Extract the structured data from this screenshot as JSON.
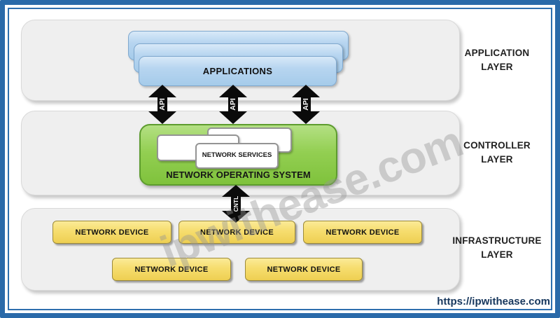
{
  "watermark": "ipwithease.com",
  "footer_url": "https://ipwithease.com",
  "layers": {
    "application": {
      "label": "APPLICATION LAYER"
    },
    "controller": {
      "label": "CONTROLLER LAYER"
    },
    "infrastructure": {
      "label": "INFRASTRUCTURE LAYER"
    }
  },
  "application_layer": {
    "applications_label": "APPLICATIONS"
  },
  "controller_layer": {
    "nos_label": "NETWORK OPERATING SYSTEM",
    "network_services_label": "NETWORK SERVICES"
  },
  "arrows": {
    "api_labels": [
      "API",
      "API",
      "API"
    ],
    "cntl_label": "CNTL"
  },
  "infrastructure_layer": {
    "devices": [
      "NETWORK DEVICE",
      "NETWORK DEVICE",
      "NETWORK DEVICE",
      "NETWORK DEVICE",
      "NETWORK DEVICE"
    ]
  },
  "colors": {
    "frame_blue": "#2a6aa9",
    "panel_gray": "#efefef",
    "applications_blue": "#aed1ed",
    "nos_green": "#8ccc4a",
    "device_yellow": "#f6dd6e",
    "arrow_black": "#0b0b0b",
    "url_navy": "#17375d"
  }
}
